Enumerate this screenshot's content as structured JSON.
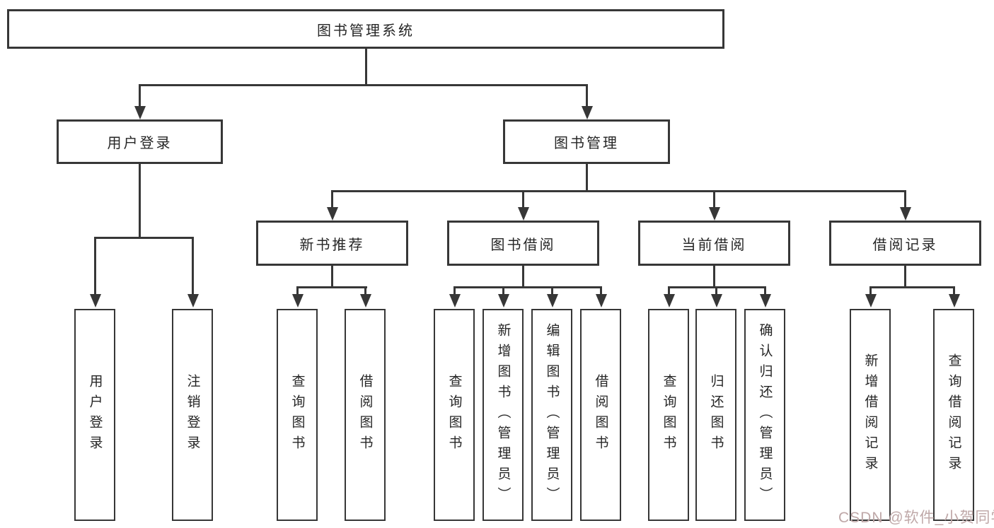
{
  "tree": {
    "root": "图书管理系统",
    "user_login": {
      "label": "用户登录",
      "children": [
        "用户登录",
        "注销登录"
      ]
    },
    "book_mgmt": {
      "label": "图书管理",
      "children": [
        {
          "label": "新书推荐",
          "children": [
            "查询图书",
            "借阅图书"
          ]
        },
        {
          "label": "图书借阅",
          "children": [
            "查询图书",
            "新增图书（管理员）",
            "编辑图书（管理员）",
            "借阅图书"
          ]
        },
        {
          "label": "当前借阅",
          "children": [
            "查询图书",
            "归还图书",
            "确认归还（管理员）"
          ]
        },
        {
          "label": "借阅记录",
          "children": [
            "新增借阅记录",
            "查询借阅记录"
          ]
        }
      ]
    }
  },
  "watermark": {
    "text": "CSDN @软件_小贺同学",
    "color": "#bfa8a8"
  },
  "style": {
    "line_color": "#373737",
    "text_color": "#262626",
    "background": "#ffffff"
  }
}
